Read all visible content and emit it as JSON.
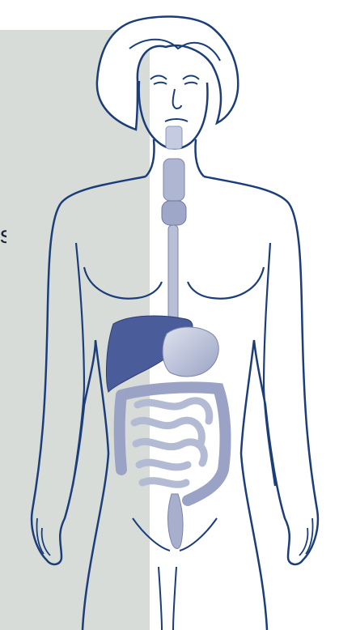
{
  "edge_text": "s",
  "colors": {
    "panel": "#d7dcd9",
    "outline": "#1b3e7a",
    "liver": "#4a5c9a",
    "organs": "#b8bfd6",
    "organs_dark": "#8f97bb"
  },
  "figure": {
    "subject": "female-body-outline",
    "organs": [
      "esophagus",
      "liver",
      "stomach",
      "small-intestine",
      "large-intestine",
      "rectum"
    ]
  }
}
